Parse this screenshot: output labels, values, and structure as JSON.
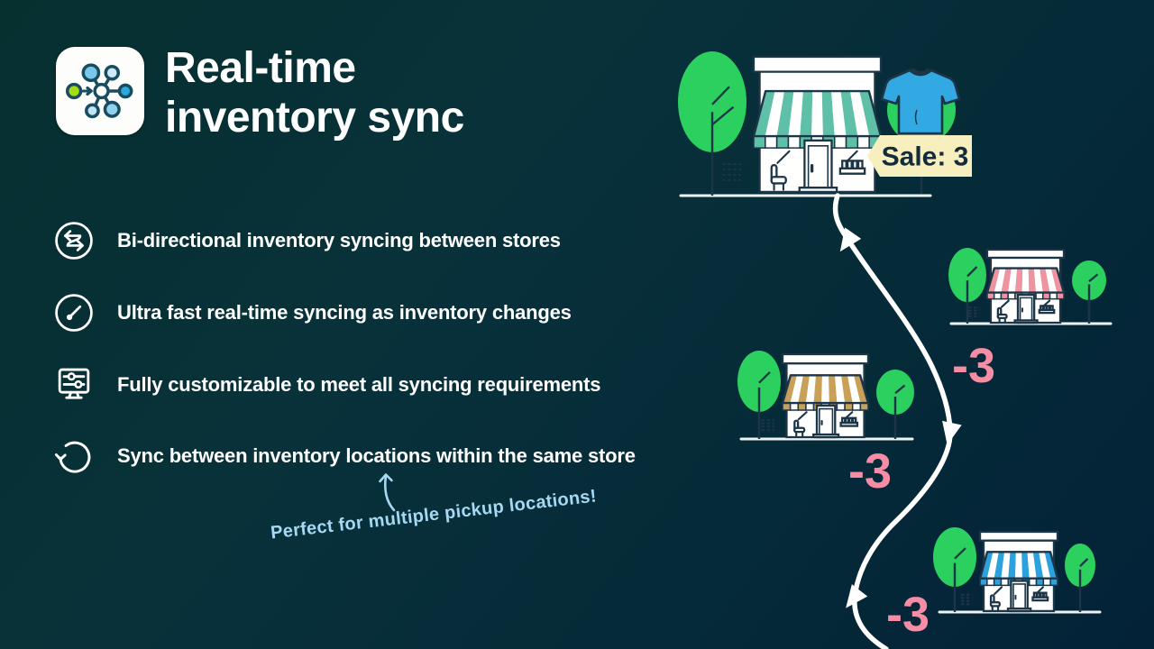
{
  "header": {
    "app_icon": "inventory-sync-network-icon",
    "title_line1": "Real-time",
    "title_line2": "inventory sync"
  },
  "features": [
    {
      "icon": "swap-arrows-icon",
      "label": "Bi-directional inventory syncing between stores"
    },
    {
      "icon": "speedometer-icon",
      "label": "Ultra fast real-time syncing as inventory changes"
    },
    {
      "icon": "settings-monitor-icon",
      "label": "Fully customizable to meet all syncing requirements"
    },
    {
      "icon": "sync-loop-icon",
      "label": "Sync between inventory locations within the same store"
    }
  ],
  "annotation": {
    "text": "Perfect for multiple pickup locations!",
    "color": "#a5d8f3"
  },
  "illustration": {
    "sale_badge": {
      "label": "Sale: 3",
      "bg": "#f7efbe",
      "text_color": "#142b3c"
    },
    "stores": [
      {
        "name": "main-store",
        "awning_color": "#5fc0a8",
        "delta": ""
      },
      {
        "name": "pickup-store-1",
        "awning_color": "#ee93a0",
        "delta": "-3"
      },
      {
        "name": "pickup-store-2",
        "awning_color": "#c8a058",
        "delta": "-3"
      },
      {
        "name": "pickup-store-3",
        "awning_color": "#2ba2de",
        "delta": "-3"
      }
    ],
    "delta_color": "#f78da4",
    "tree_color": "#2bd05f",
    "outline_color": "#1c3547",
    "tshirt_color": "#33a9e3",
    "path_color": "#ffffff",
    "ground_color": "#eef3f4"
  },
  "colors": {
    "background_top_left": "#063030",
    "background_bottom_right": "#032238",
    "text": "#ffffff"
  }
}
